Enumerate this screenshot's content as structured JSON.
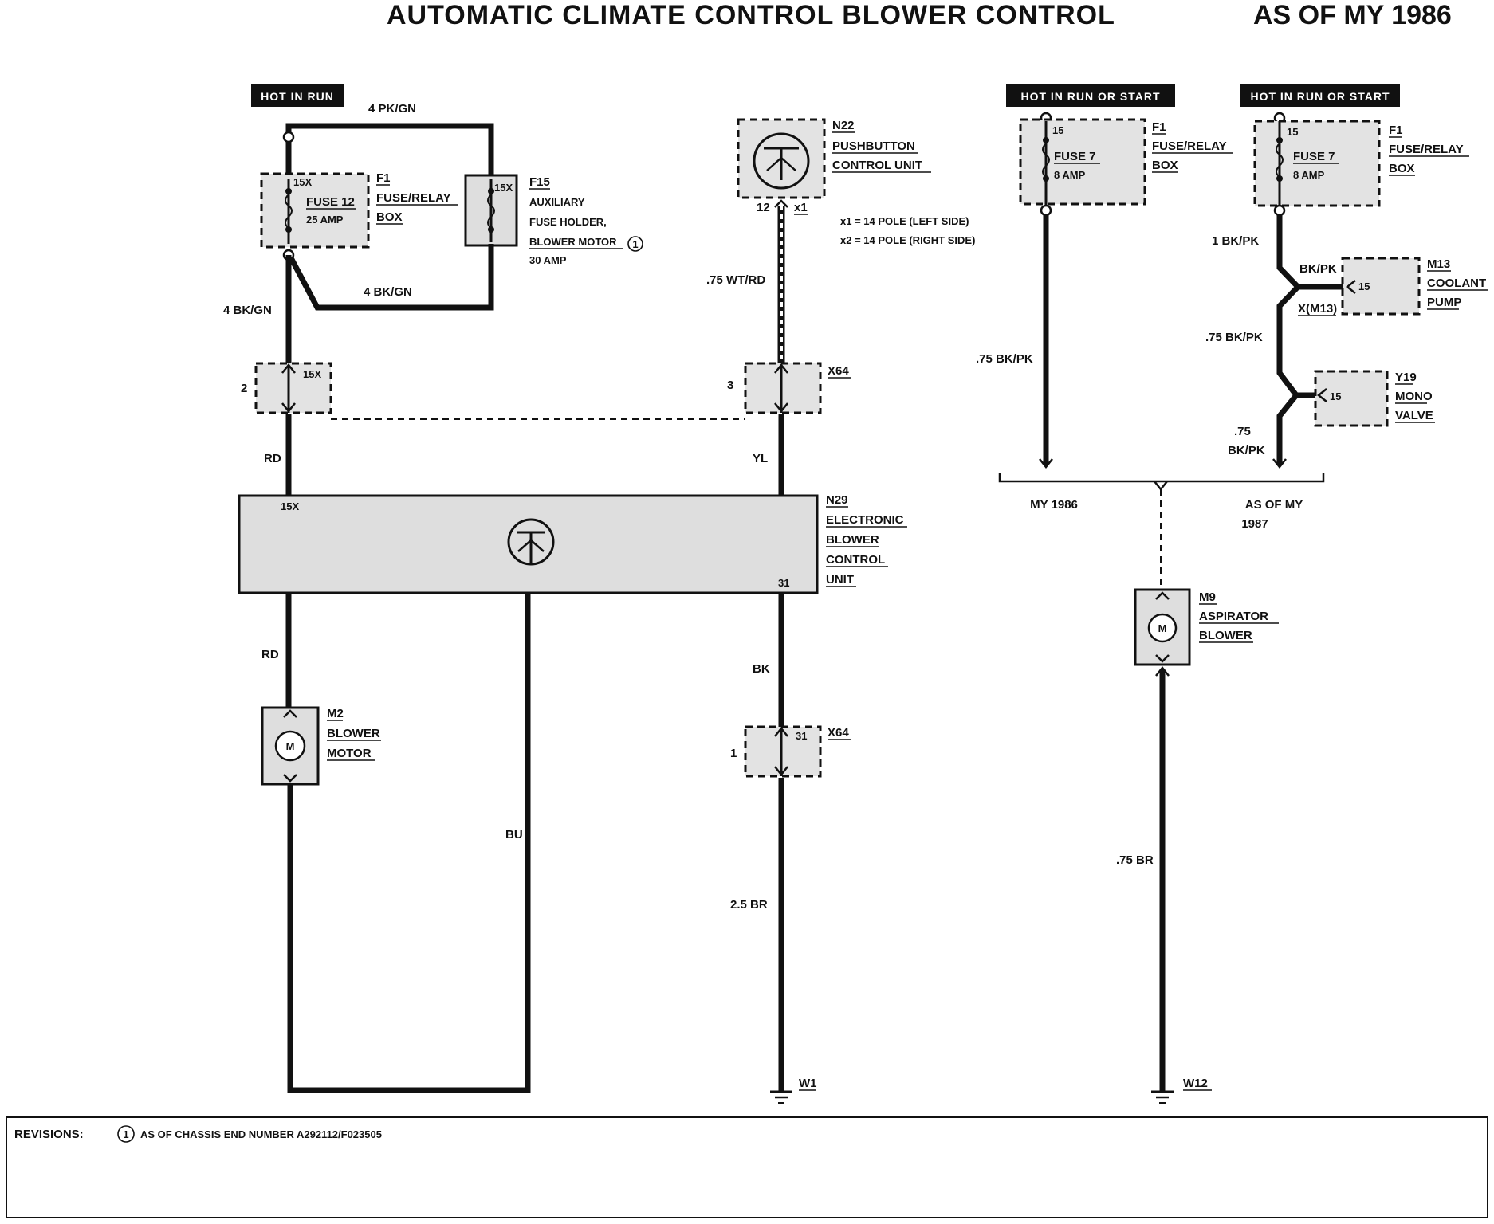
{
  "title": "AUTOMATIC CLIMATE CONTROL BLOWER CONTROL",
  "as_of": "AS OF MY 1986",
  "badges": {
    "hot_in_run": "HOT IN RUN",
    "hot_run_start_1": "HOT IN RUN OR START",
    "hot_run_start_2": "HOT IN RUN OR START"
  },
  "components": {
    "f1_left": {
      "id": "F1",
      "l1": "FUSE/RELAY",
      "l2": "BOX",
      "fuse": "FUSE 12",
      "amp": "25 AMP",
      "pin": "15X"
    },
    "f15": {
      "id": "F15",
      "l1": "AUXILIARY",
      "l2": "FUSE HOLDER,",
      "l3": "BLOWER MOTOR",
      "amp": "30 AMP",
      "pin": "15X",
      "note": "1"
    },
    "n22": {
      "id": "N22",
      "l1": "PUSHBUTTON",
      "l2": "CONTROL UNIT",
      "pin_num": "12",
      "pin": "x1"
    },
    "pole_note": {
      "l1": "x1 = 14 POLE (LEFT SIDE)",
      "l2": "x2 = 14 POLE (RIGHT SIDE)"
    },
    "x64_top": {
      "id": "X64",
      "pin_left": "2",
      "pin_left_label": "15X",
      "pin_right": "3"
    },
    "n29": {
      "id": "N29",
      "l1": "ELECTRONIC",
      "l2": "BLOWER",
      "l3": "CONTROL",
      "l4": "UNIT",
      "pin_in": "15X",
      "pin_gnd": "31"
    },
    "m2": {
      "id": "M2",
      "l1": "BLOWER",
      "l2": "MOTOR",
      "symbol": "M"
    },
    "x64_bot": {
      "id": "X64",
      "pin": "1",
      "pin_label": "31"
    },
    "w1": "W1",
    "f1_mid": {
      "id": "F1",
      "l1": "FUSE/RELAY",
      "l2": "BOX",
      "fuse": "FUSE 7",
      "amp": "8 AMP",
      "pin": "15"
    },
    "f1_right": {
      "id": "F1",
      "l1": "FUSE/RELAY",
      "l2": "BOX",
      "fuse": "FUSE 7",
      "amp": "8 AMP",
      "pin": "15"
    },
    "m13": {
      "id": "M13",
      "l1": "COOLANT",
      "l2": "PUMP",
      "pin": "15",
      "conn": "X(M13)"
    },
    "y19": {
      "id": "Y19",
      "l1": "MONO",
      "l2": "VALVE",
      "pin": "15"
    },
    "my_left": "MY 1986",
    "my_right_1": "AS OF MY",
    "my_right_2": "1987",
    "m9": {
      "id": "M9",
      "l1": "ASPIRATOR",
      "l2": "BLOWER",
      "symbol": "M"
    },
    "w12": "W12"
  },
  "wires": {
    "top_loop": "4 PK/GN",
    "bottom_loop": "4 BK/GN",
    "left_feed": "4 BK/GN",
    "n22_out": ".75 WT/RD",
    "rd_upper": "RD",
    "yl": "YL",
    "rd_lower": "RD",
    "bk": "BK",
    "bu": "BU",
    "br_ground": "2.5 BR",
    "mid_feed": ".75 BK/PK",
    "right_1": "1 BK/PK",
    "right_bkpk": "BK/PK",
    "right_2": ".75 BK/PK",
    "right_3a": ".75",
    "right_3b": "BK/PK",
    "m9_ground": ".75 BR"
  },
  "revisions": {
    "label": "REVISIONS:",
    "note_num": "1",
    "text": "AS OF CHASSIS END NUMBER A292112/F023505"
  }
}
